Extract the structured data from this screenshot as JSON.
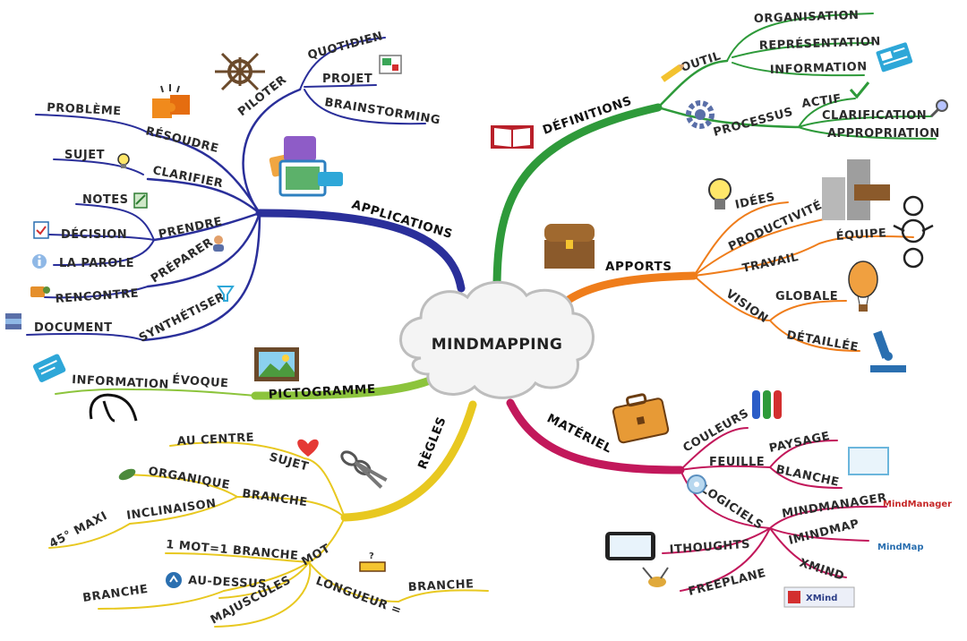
{
  "center": {
    "title": "MINDMAPPING"
  },
  "applications": {
    "label": "APPLICATIONS",
    "piloter": {
      "label": "PILOTER",
      "children": [
        "QUOTIDIEN",
        "PROJET",
        "BRAINSTORMING"
      ]
    },
    "resoudre": {
      "label": "RÉSOUDRE",
      "child": "PROBLÈME"
    },
    "clarifier": {
      "label": "CLARIFIER",
      "child": "SUJET"
    },
    "prendre": {
      "label": "PRENDRE",
      "children": [
        "NOTES",
        "DÉCISION",
        "LA PAROLE"
      ]
    },
    "preparer": {
      "label": "PRÉPARER",
      "child": "RENCONTRE"
    },
    "synthetiser": {
      "label": "SYNTHÉTISER",
      "child": "DOCUMENT"
    }
  },
  "definitions": {
    "label": "DÉFINITIONS",
    "outil": {
      "label": "OUTIL",
      "children": [
        "ORGANISATION",
        "REPRÉSENTATION",
        "INFORMATION"
      ]
    },
    "processus": {
      "label": "PROCESSUS",
      "actif": "ACTIF",
      "children": [
        "CLARIFICATION",
        "APPROPRIATION"
      ]
    }
  },
  "apports": {
    "label": "APPORTS",
    "ideas": "IDÉES",
    "productivite": "PRODUCTIVITÉ",
    "travail": {
      "label": "TRAVAIL",
      "child": "ÉQUIPE"
    },
    "vision": {
      "label": "VISION",
      "children": [
        "GLOBALE",
        "DÉTAILLÉE"
      ]
    }
  },
  "materiel": {
    "label": "MATÉRIEL",
    "couleurs": "COULEURS",
    "feuille": {
      "label": "FEUILLE",
      "children": [
        "PAYSAGE",
        "BLANCHE"
      ]
    },
    "logiciels": {
      "label": "LOGICIELS",
      "children": [
        "MINDMANAGER",
        "IMINDMAP",
        "XMIND",
        "ITHOUGHTS",
        "FREEPLANE"
      ]
    },
    "logos": {
      "mindmanager": "MindManager",
      "imindmap": "MindMap",
      "xmind": "XMind"
    }
  },
  "pictogramme": {
    "label": "PICTOGRAMME",
    "evoque": "ÉVOQUE",
    "child": "INFORMATION"
  },
  "regles": {
    "label": "RÈGLES",
    "sujet": {
      "label": "SUJET",
      "child": "AU CENTRE"
    },
    "branche": {
      "label": "BRANCHE",
      "organique": "ORGANIQUE",
      "inclinaison": "INCLINAISON",
      "angle": "45° MAXI"
    },
    "mot": {
      "label": "MOT",
      "one_word": "1 MOT=1 BRANCHE",
      "majuscules": "MAJUSCULES",
      "au_dessus": "AU-DESSUS",
      "branche": "BRANCHE"
    },
    "longueur": {
      "label": "LONGUEUR =",
      "child": "BRANCHE",
      "mark": "?"
    }
  },
  "colors": {
    "applications": "#2a2f9a",
    "definitions": "#2e9a3a",
    "apports": "#ef7d1b",
    "materiel": "#c2185b",
    "pictogramme": "#8cc43c",
    "regles": "#e8c820"
  }
}
